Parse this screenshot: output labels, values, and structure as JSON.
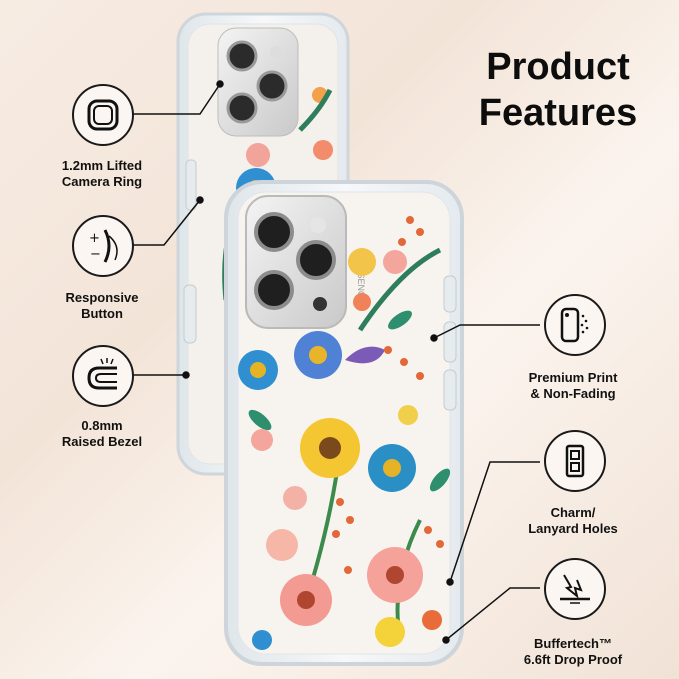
{
  "title_line1": "Product",
  "title_line2": "Features",
  "features": [
    {
      "label": "1.2mm Lifted\nCamera Ring",
      "icon": "camera-ring-icon"
    },
    {
      "label": "Responsive\nButton",
      "icon": "button-icon"
    },
    {
      "label": "0.8mm\nRaised Bezel",
      "icon": "bezel-icon"
    },
    {
      "label": "Premium Print\n& Non-Fading",
      "icon": "print-icon"
    },
    {
      "label": "Charm/\nLanyard Holes",
      "icon": "lanyard-hole-icon"
    },
    {
      "label": "Buffertech™\n6.6ft Drop Proof",
      "icon": "drop-proof-icon"
    }
  ],
  "brand_text": "CASENOW",
  "colors": {
    "accent": "#111111",
    "background": "#f5e8dd",
    "case_clear": "#eef2f5"
  }
}
